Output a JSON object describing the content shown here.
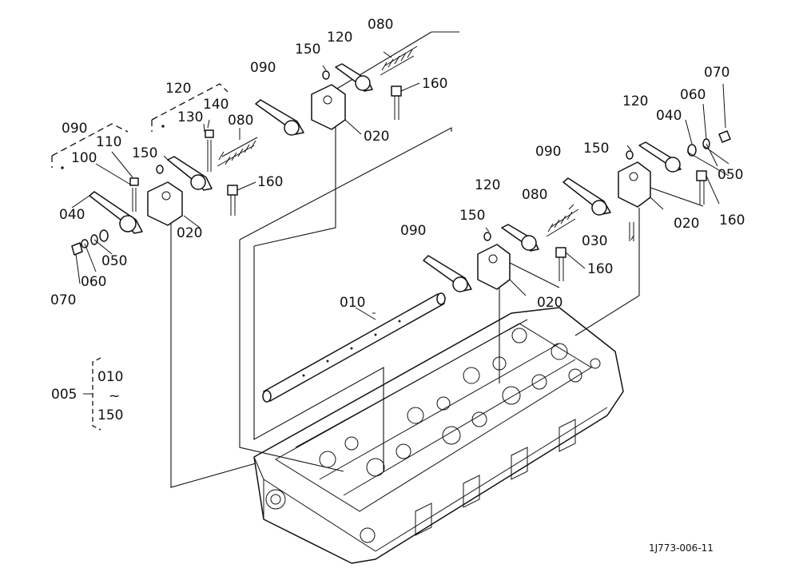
{
  "labels": {
    "l005": "005",
    "l010": "010",
    "l150": "150",
    "tilde": "~",
    "p010": "010",
    "p020a": "020",
    "p020b": "020",
    "p020c": "020",
    "p020d": "020",
    "p030": "030",
    "p040a": "040",
    "p040b": "040",
    "p050a": "050",
    "p050b": "050",
    "p060a": "060",
    "p060b": "060",
    "p070a": "070",
    "p070b": "070",
    "p080a": "080",
    "p080b": "080",
    "p080c": "080",
    "p090a": "090",
    "p090b": "090",
    "p090c": "090",
    "p090d": "090",
    "p100": "100",
    "p110": "110",
    "p120a": "120",
    "p120b": "120",
    "p120c": "120",
    "p120d": "120",
    "p130": "130",
    "p140": "140",
    "p150a": "150",
    "p150b": "150",
    "p150c": "150",
    "p150d": "150",
    "p160a": "160",
    "p160b": "160",
    "p160c": "160",
    "p160d": "160"
  },
  "drawing_code": "1J773-006-11"
}
